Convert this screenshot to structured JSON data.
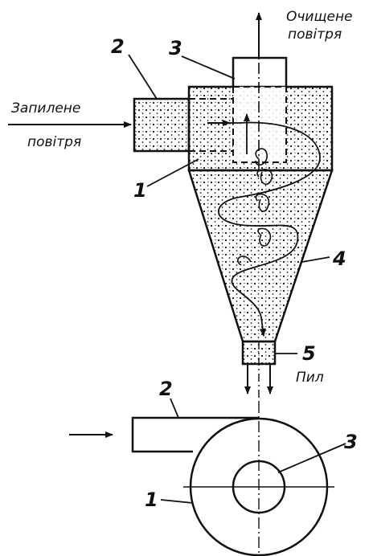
{
  "labels": {
    "clean_air_line1": "Очищене",
    "clean_air_line2": "повітря",
    "dusty_air_line1": "Запилене",
    "dusty_air_line2": "повітря",
    "dust": "Пил"
  },
  "callouts": {
    "n1_top": "1",
    "n2_top": "2",
    "n3_top": "3",
    "n4": "4",
    "n5": "5",
    "n1_bottom": "1",
    "n2_bottom": "2",
    "n3_bottom": "3"
  },
  "colors": {
    "ink": "#111111",
    "background": "#ffffff"
  }
}
